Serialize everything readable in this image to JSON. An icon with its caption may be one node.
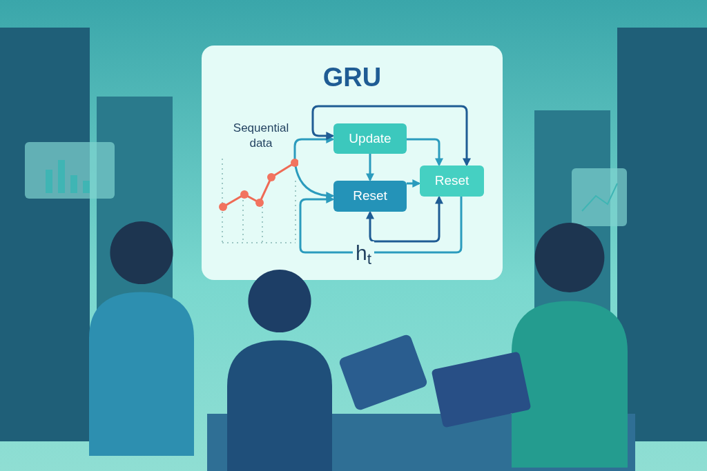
{
  "diagram": {
    "title": "GRU",
    "nodes": [
      {
        "text": [],
        "shape": "picture",
        "beside": [
          "Sequential data"
        ]
      },
      {
        "text": [
          "Update"
        ]
      },
      {
        "text": [
          "Reset"
        ]
      },
      {
        "text": [
          "Reset"
        ]
      }
    ],
    "edges": [
      {
        "from": 0,
        "to": 1,
        "arrow": "to"
      },
      {
        "from": 0,
        "to": 2,
        "arrow": "to"
      },
      {
        "from": 1,
        "to": 2,
        "arrow": "to"
      },
      {
        "from": 1,
        "to": 3,
        "arrow": "to"
      },
      {
        "from": 2,
        "to": 3,
        "arrow": "to"
      },
      {
        "from": 1,
        "to": 3,
        "arrow": "both",
        "color": "#1f5c94"
      },
      {
        "from": 3,
        "to": 2,
        "arrow": "to",
        "label": "h$_{t}$"
      },
      {
        "from": 2,
        "to": 3,
        "arrow": "both",
        "color": "#1f5c94"
      }
    ]
  }
}
